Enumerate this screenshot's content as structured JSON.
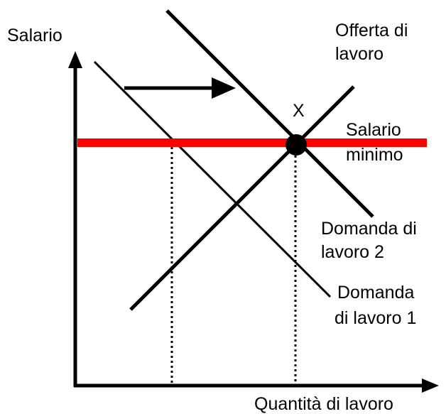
{
  "labels": {
    "y_axis": "Salario",
    "x_axis": "Quantità di lavoro",
    "supply_line1": "Offerta di",
    "supply_line2": "lavoro",
    "min_wage_line1": "Salario",
    "min_wage_line2": "minimo",
    "demand2_line1": "Domanda di",
    "demand2_line2": "lavoro 2",
    "demand1_line1": "Domanda",
    "demand1_line2": "di lavoro 1",
    "point": "X"
  },
  "colors": {
    "axes": "#000000",
    "minimum_wage": "#ff0000",
    "curves": "#000000"
  }
}
